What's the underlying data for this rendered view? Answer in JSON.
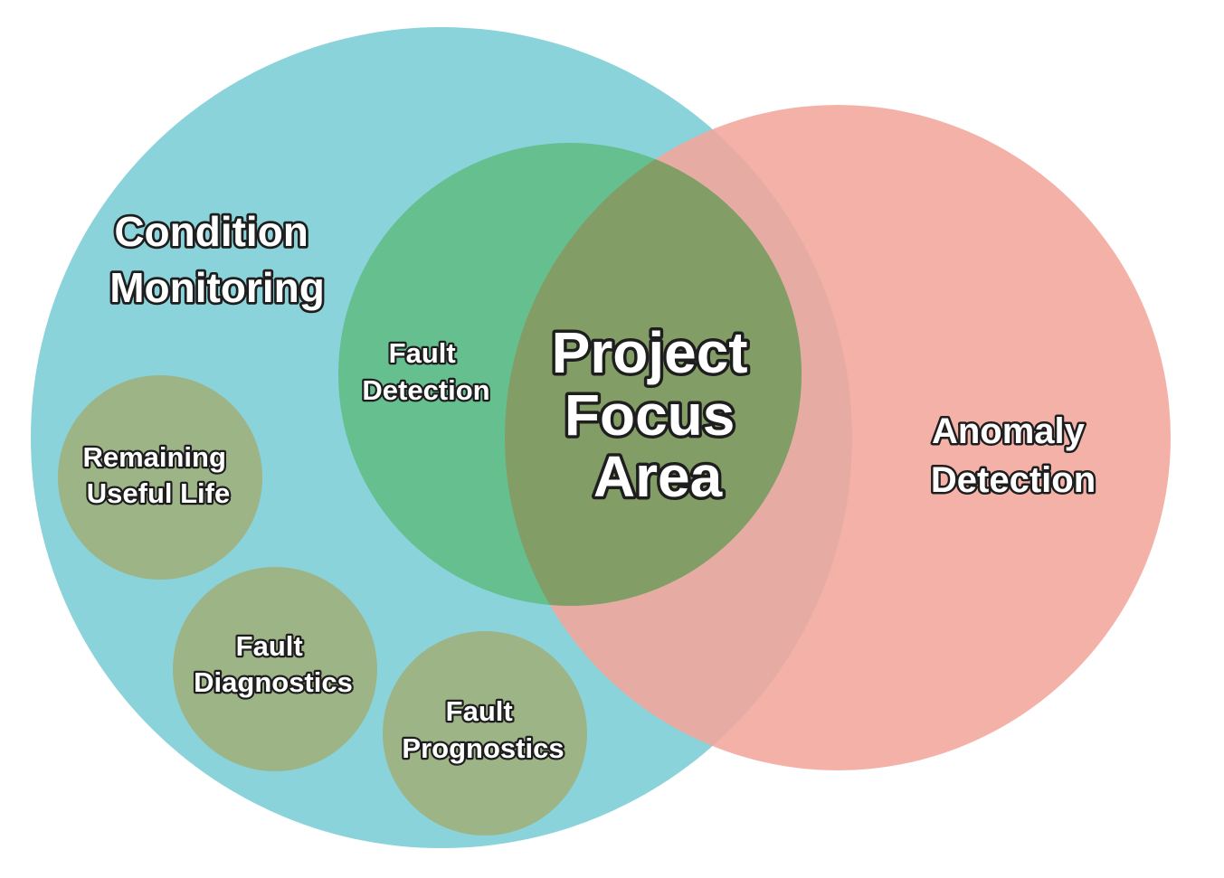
{
  "colors": {
    "condition_monitoring": "#8bd3da",
    "anomaly_detection": "#f2a69c",
    "fault_detection": "#66bf8e",
    "sub_circles": "#9db487",
    "focus_overlap": "#839d66",
    "outline": "#1e1e1e",
    "text": "#ffffff"
  },
  "labels": {
    "condition_monitoring": [
      "Condition",
      "Monitoring"
    ],
    "anomaly_detection": [
      "Anomaly",
      "Detection"
    ],
    "fault_detection": [
      "Fault",
      "Detection"
    ],
    "project_focus": [
      "Project",
      "Focus",
      "Area"
    ],
    "remaining_useful_life": [
      "Remaining",
      "Useful Life"
    ],
    "fault_diagnostics": [
      "Fault",
      "Diagnostics"
    ],
    "fault_prognostics": [
      "Fault",
      "Prognostics"
    ]
  }
}
